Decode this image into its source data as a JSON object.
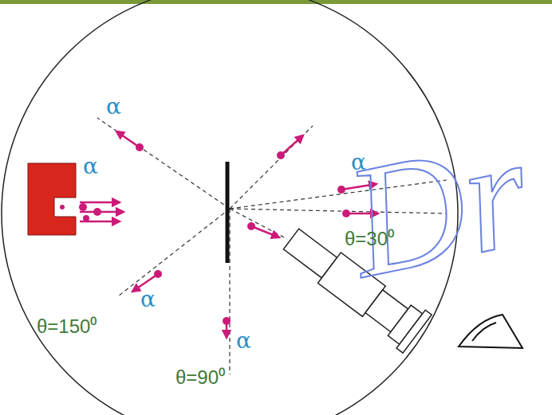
{
  "diagram": {
    "labels": [
      "α",
      "α",
      "α",
      "θ=30⁰",
      "θ=150⁰",
      "α",
      "α",
      "θ=90⁰",
      "Dr"
    ]
  }
}
